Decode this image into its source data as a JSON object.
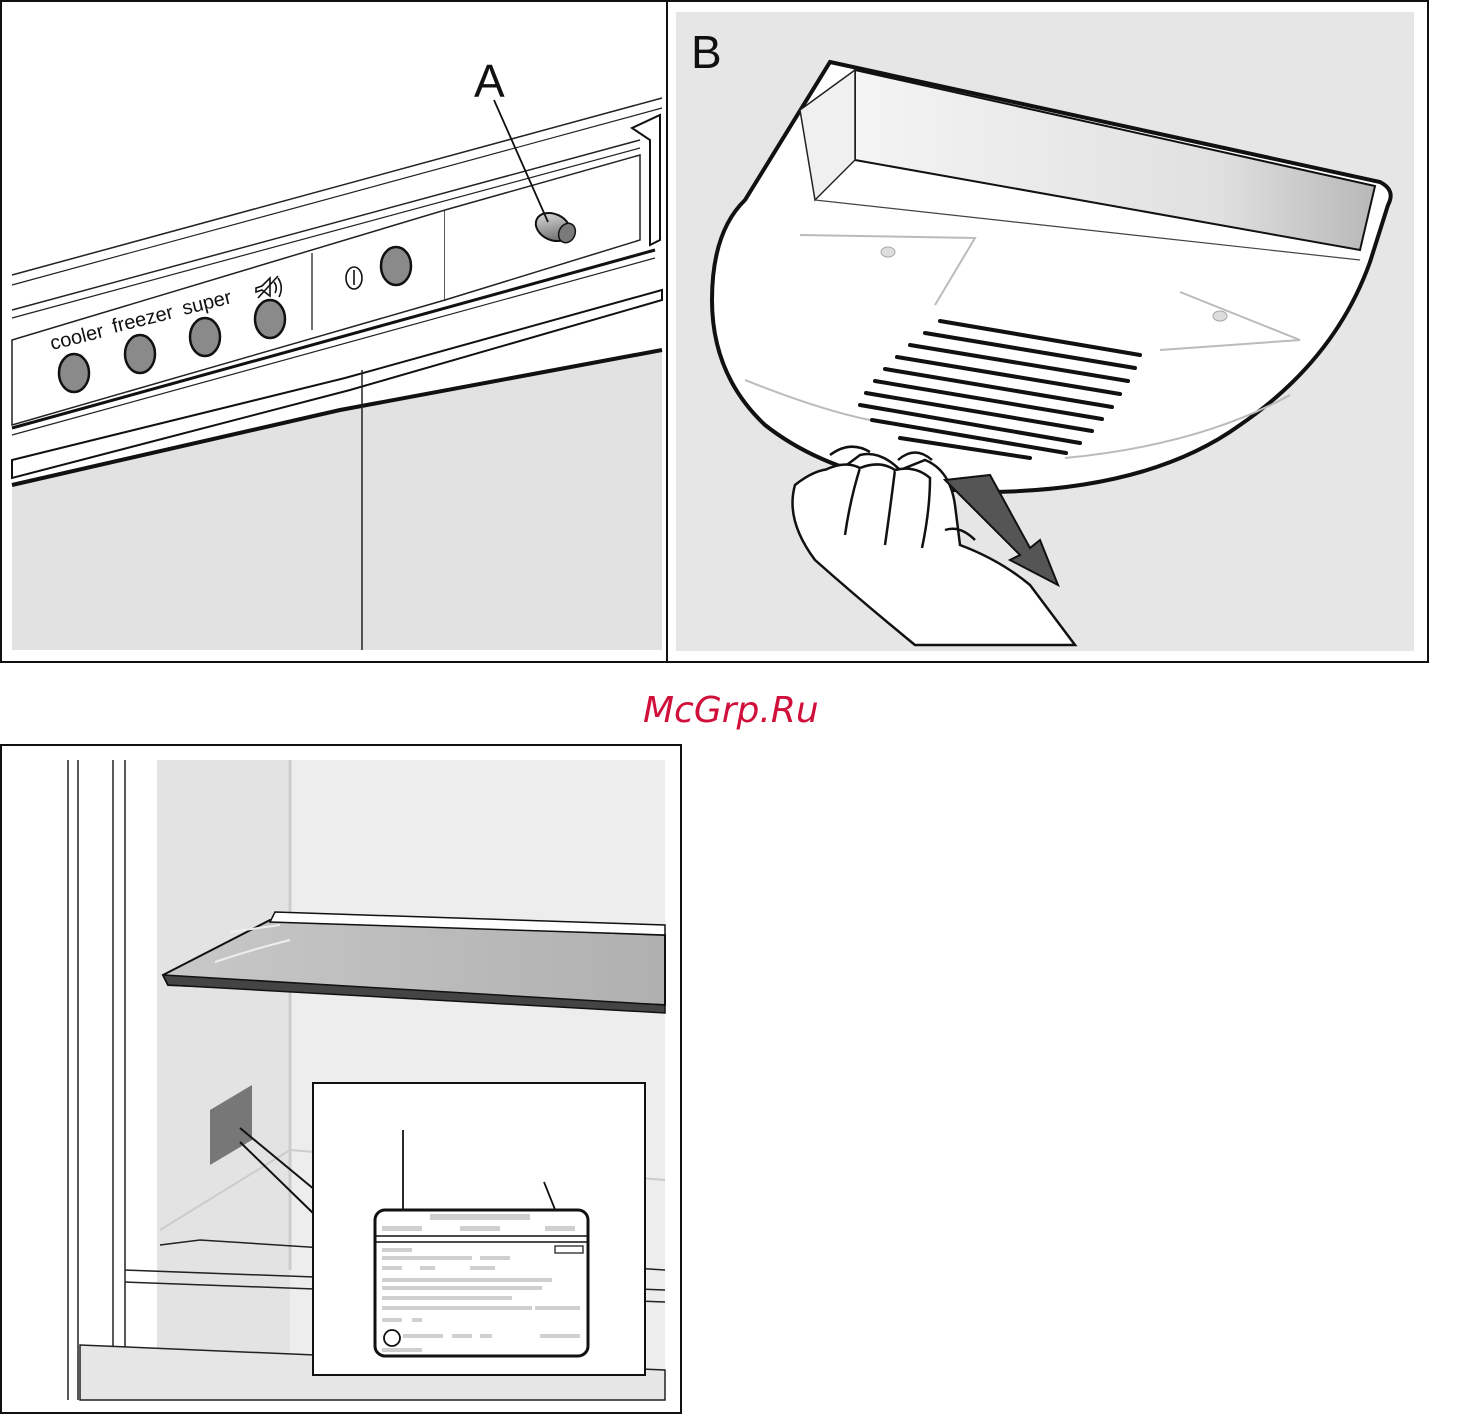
{
  "panel_a": {
    "label": "A",
    "buttons": {
      "cooler": "cooler",
      "freezer": "freezer",
      "super": "super"
    },
    "icons": [
      "alarm-mute-icon",
      "power-icon"
    ]
  },
  "panel_b": {
    "label": "B"
  },
  "watermark": "McGrp.Ru",
  "colors": {
    "panel_bg": "#e6e6e6",
    "button_fill": "#8a8a8a",
    "outline": "#111111",
    "watermark": "#d0103a"
  }
}
